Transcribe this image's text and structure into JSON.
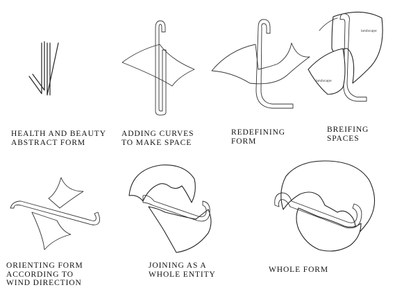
{
  "steps": [
    {
      "label_lines": [
        "HEALTH AND BEAUTY",
        "ABSTRACT FORM"
      ]
    },
    {
      "label_lines": [
        "ADDING CURVES",
        "TO MAKE SPACE"
      ]
    },
    {
      "label_lines": [
        "REDEFINING",
        "FORM"
      ]
    },
    {
      "label_lines": [
        "BREIFING",
        "SPACES"
      ]
    },
    {
      "label_lines": [
        "ORIENTING FORM",
        "ACCORDING TO",
        "WIND DIRECTION"
      ]
    },
    {
      "label_lines": [
        "JOINING AS A",
        "WHOLE ENTITY"
      ]
    },
    {
      "label_lines": [
        "WHOLE  FORM"
      ]
    }
  ],
  "space_tags": [
    "landscape",
    "landscape"
  ],
  "colors": {
    "stroke": "#222222",
    "background": "#ffffff"
  }
}
